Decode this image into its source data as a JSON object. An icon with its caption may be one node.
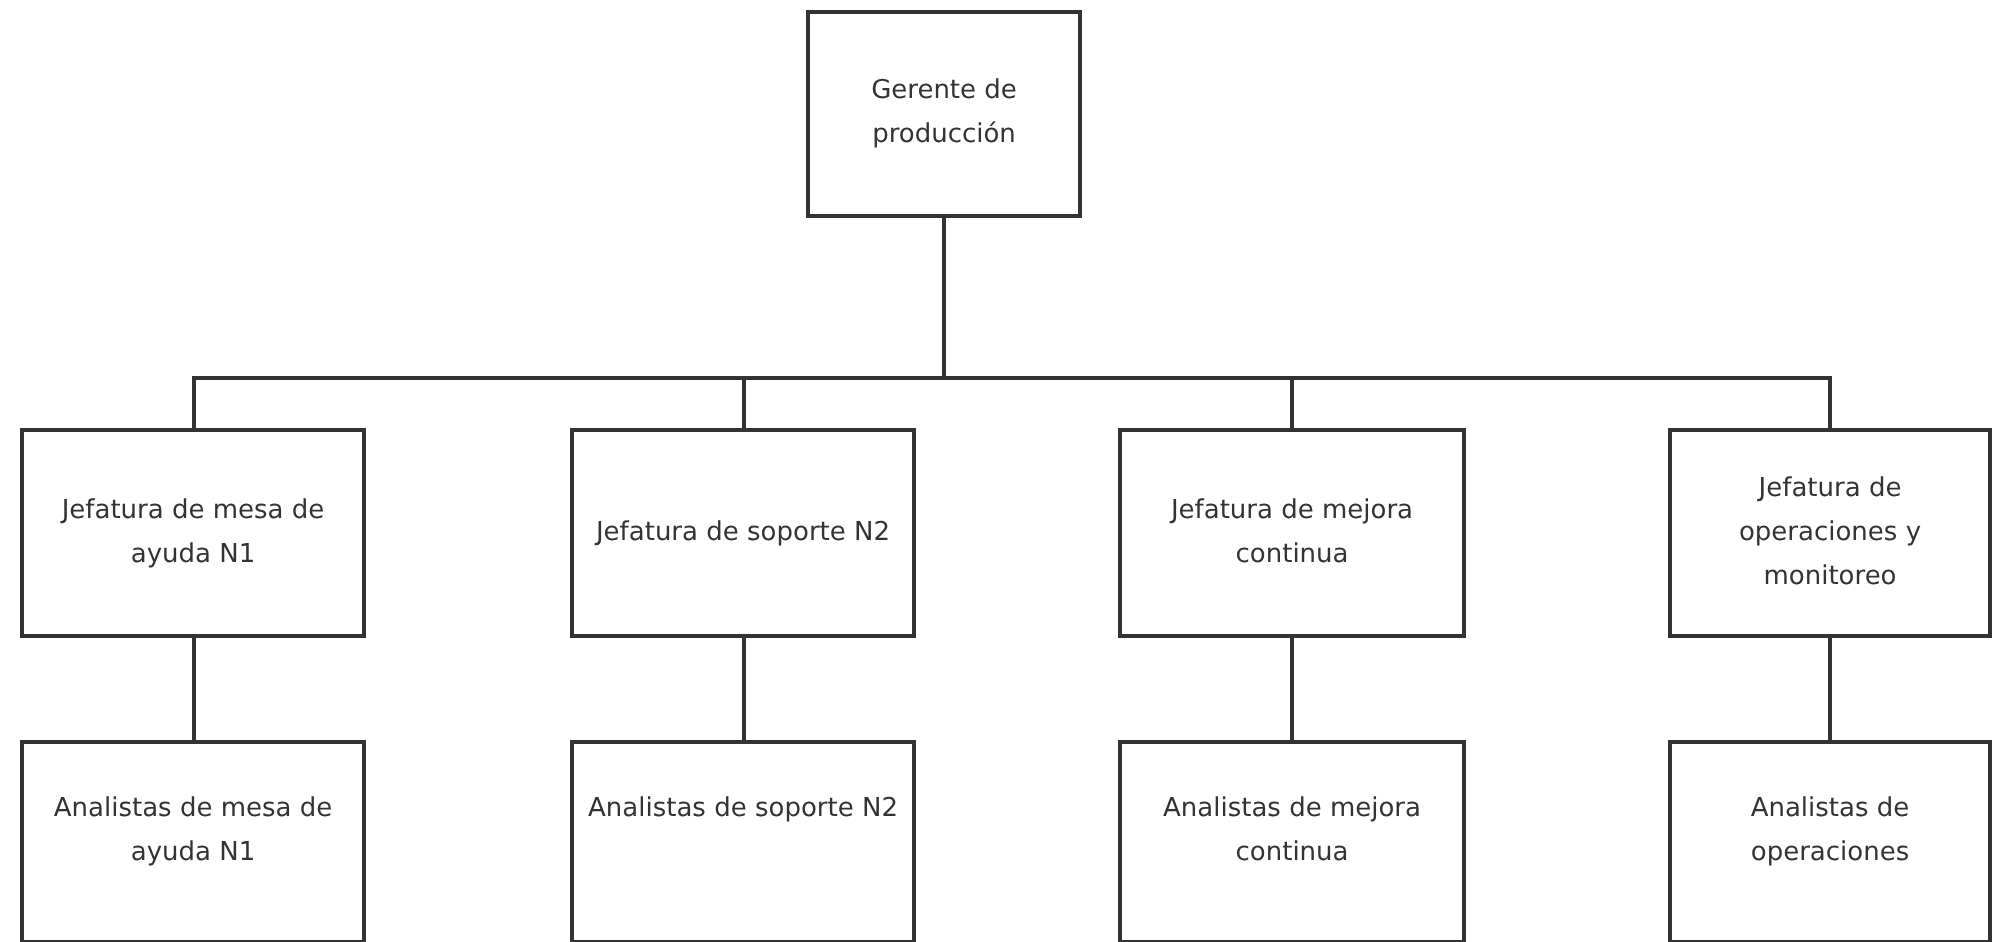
{
  "diagram": {
    "nodes": [
      {
        "text": [
          "Gerente de producción"
        ]
      },
      {
        "text": [
          "Jefatura de mesa de ayuda N1"
        ]
      },
      {
        "text": [
          "Jefatura de soporte N2"
        ]
      },
      {
        "text": [
          "Jefatura de mejora continua"
        ]
      },
      {
        "text": [
          "Jefatura de operaciones y monitoreo"
        ]
      },
      {
        "text": [
          "Analistas de mesa de ayuda N1"
        ]
      },
      {
        "text": [
          "Analistas de soporte N2"
        ]
      },
      {
        "text": [
          "Analistas de mejora continua"
        ]
      },
      {
        "text": [
          "Analistas de operaciones"
        ]
      }
    ],
    "edges": [
      {
        "from": 0,
        "to": 1,
        "arrow": "none"
      },
      {
        "from": 0,
        "to": 2,
        "arrow": "none"
      },
      {
        "from": 0,
        "to": 3,
        "arrow": "none"
      },
      {
        "from": 0,
        "to": 4,
        "arrow": "none"
      },
      {
        "from": 1,
        "to": 5,
        "arrow": "none"
      },
      {
        "from": 2,
        "to": 6,
        "arrow": "none"
      },
      {
        "from": 3,
        "to": 7,
        "arrow": "none"
      },
      {
        "from": 4,
        "to": 8,
        "arrow": "none"
      }
    ]
  }
}
